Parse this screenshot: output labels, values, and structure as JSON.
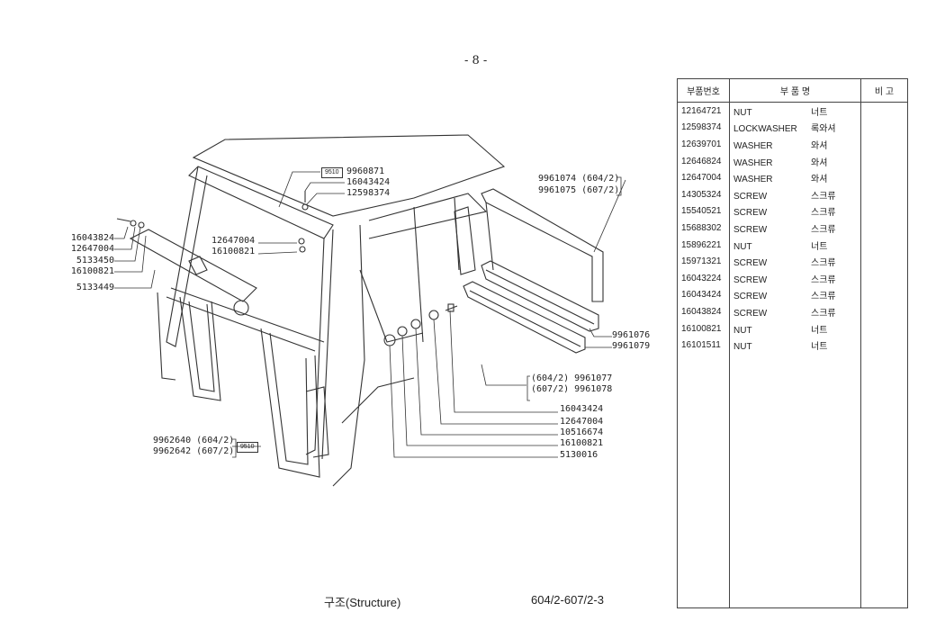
{
  "page_number": "- 8 -",
  "table": {
    "headers": {
      "part_no": "부품번호",
      "part_name": "부   품   명",
      "remarks": "비  고"
    },
    "rows": [
      {
        "part_no": "12164721",
        "name_en": "NUT",
        "name_ko": "너트"
      },
      {
        "part_no": "12598374",
        "name_en": "LOCKWASHER",
        "name_ko": "록와셔"
      },
      {
        "part_no": "12639701",
        "name_en": "WASHER",
        "name_ko": "와셔"
      },
      {
        "part_no": "12646824",
        "name_en": "WASHER",
        "name_ko": "와셔"
      },
      {
        "part_no": "12647004",
        "name_en": "WASHER",
        "name_ko": "와셔"
      },
      {
        "part_no": "14305324",
        "name_en": "SCREW",
        "name_ko": "스크류"
      },
      {
        "part_no": "15540521",
        "name_en": "SCREW",
        "name_ko": "스크류"
      },
      {
        "part_no": "15688302",
        "name_en": "SCREW",
        "name_ko": "스크류"
      },
      {
        "part_no": "15896221",
        "name_en": "NUT",
        "name_ko": "너트"
      },
      {
        "part_no": "15971321",
        "name_en": "SCREW",
        "name_ko": "스크류"
      },
      {
        "part_no": "16043224",
        "name_en": "SCREW",
        "name_ko": "스크류"
      },
      {
        "part_no": "16043424",
        "name_en": "SCREW",
        "name_ko": "스크류"
      },
      {
        "part_no": "16043824",
        "name_en": "SCREW",
        "name_ko": "스크류"
      },
      {
        "part_no": "16100821",
        "name_en": "NUT",
        "name_ko": "너트"
      },
      {
        "part_no": "16101511",
        "name_en": "NUT",
        "name_ko": "너트"
      }
    ]
  },
  "callouts": {
    "left": [
      "16043824",
      "12647004",
      "5133450",
      "16100821",
      "5133449"
    ],
    "top_box": "9510",
    "top": [
      "9960871",
      "16043424",
      "12598374"
    ],
    "mid": [
      "12647004",
      "16100821"
    ],
    "right_top": [
      "9961074  (604/2)",
      "9961075  (607/2)"
    ],
    "right_mid": [
      "9961076",
      "9961079"
    ],
    "right_bracket": [
      "(604/2) 9961077",
      "(607/2) 9961078"
    ],
    "right_bottom": [
      "16043424",
      "12647004",
      "10516674",
      "16100821",
      "5130016"
    ],
    "bottom_left": [
      "9962640  (604/2)",
      "9962642  (607/2)"
    ],
    "bottom_box": "9510"
  },
  "footer": {
    "caption": "구조(Structure)",
    "model": "604/2-607/2-3"
  }
}
